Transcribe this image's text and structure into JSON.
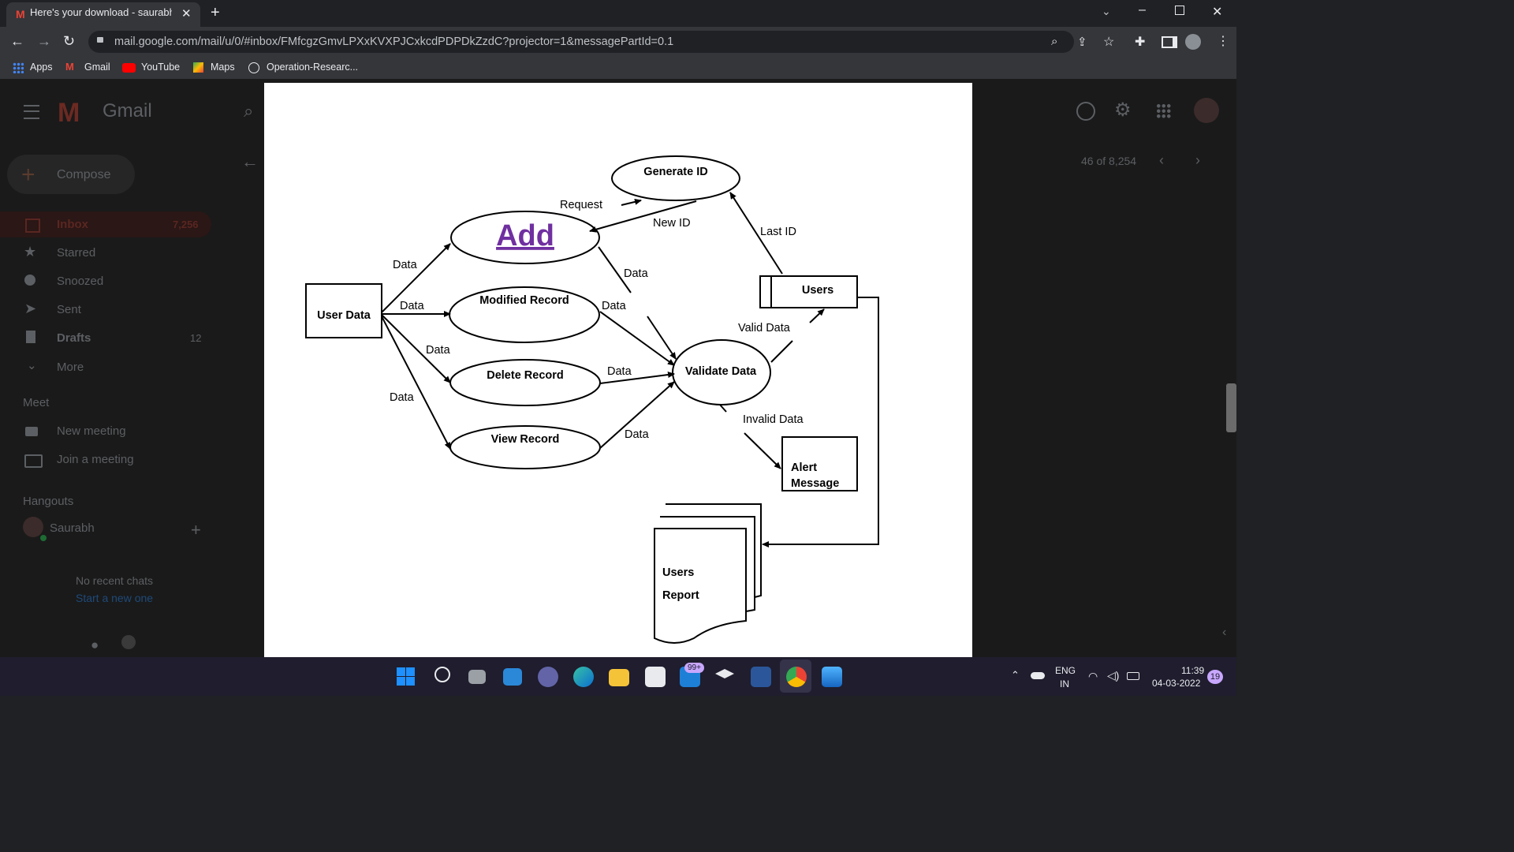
{
  "browser": {
    "tab_title": "Here's your download - saurabhk",
    "url": "mail.google.com/mail/u/0/#inbox/FMfcgzGmvLPXxKVXPJCxkcdPDPDkZzdC?projector=1&messagePartId=0.1",
    "bookmarks": [
      "Apps",
      "Gmail",
      "YouTube",
      "Maps",
      "Operation-Researc..."
    ]
  },
  "gmail": {
    "brand": "Gmail",
    "compose_label": "Compose",
    "nav": [
      {
        "label": "Inbox",
        "count": "7,256",
        "icon": "inbox-icon"
      },
      {
        "label": "Starred",
        "count": "",
        "icon": "star-icon"
      },
      {
        "label": "Snoozed",
        "count": "",
        "icon": "clock-icon"
      },
      {
        "label": "Sent",
        "count": "",
        "icon": "send-icon"
      },
      {
        "label": "Drafts",
        "count": "12",
        "icon": "draft-icon"
      },
      {
        "label": "More",
        "count": "",
        "icon": "chevron-down-icon"
      }
    ],
    "meet": {
      "heading": "Meet",
      "new_meeting": "New meeting",
      "join_meeting": "Join a meeting"
    },
    "hangouts": {
      "heading": "Hangouts",
      "user": "Saurabh",
      "empty": "No recent chats",
      "start_link": "Start a new one"
    },
    "pagination": "46 of 8,254"
  },
  "diagram": {
    "processes": {
      "generate_id": "Generate ID",
      "add": "Add",
      "modified": "Modified Record",
      "delete": "Delete Record",
      "view": "View Record",
      "validate": "Validate Data"
    },
    "entities": {
      "user_data": "User Data",
      "users": "Users",
      "alert_line1": "Alert",
      "alert_line2": "Message",
      "report_line1": "Users",
      "report_line2": "Report"
    },
    "flows": {
      "request": "Request",
      "new_id": "New ID",
      "last_id": "Last ID",
      "data_add": "Data",
      "data_mod": "Data",
      "data_del": "Data",
      "data_view": "Data",
      "data_add_val": "Data",
      "data_mod_val": "Data",
      "data_del_val": "Data",
      "data_view_val": "Data",
      "valid": "Valid Data",
      "invalid": "Invalid Data"
    }
  },
  "taskbar": {
    "badge": "99+",
    "lang1": "ENG",
    "lang2": "IN",
    "time": "11:39",
    "date": "04-03-2022",
    "notifications": "19"
  },
  "colors": {
    "add_text": "#7030a0",
    "chrome_bg": "#202124",
    "toolbar_bg": "#35363a"
  }
}
